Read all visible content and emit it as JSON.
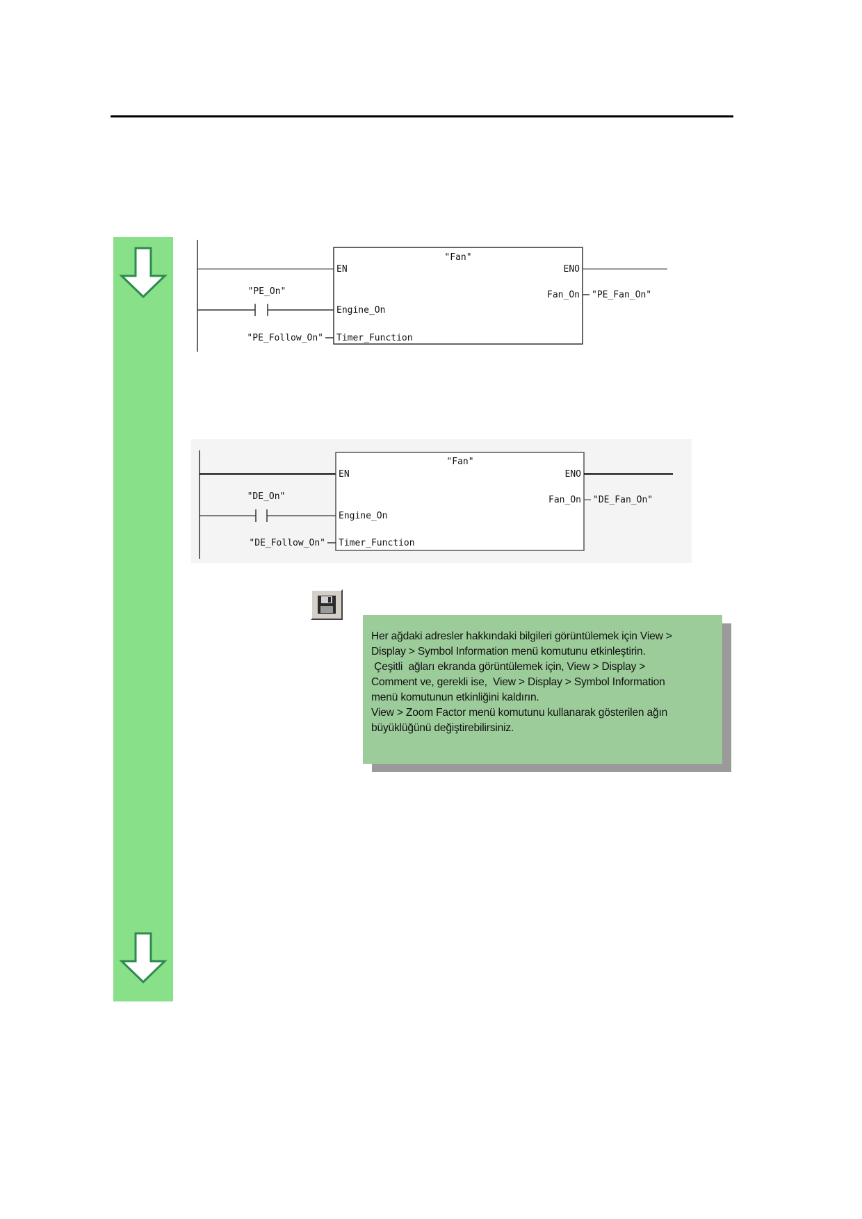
{
  "networks": [
    {
      "block_name": "\"Fan\"",
      "en_label": "EN",
      "eno_label": "ENO",
      "contact_tag": "\"PE_On\"",
      "input1_label": "Engine_On",
      "input2_tag": "\"PE_Follow_On\"",
      "input2_label": "Timer_Function",
      "output_label": "Fan_On",
      "output_tag": "\"PE_Fan_On\""
    },
    {
      "block_name": "\"Fan\"",
      "en_label": "EN",
      "eno_label": "ENO",
      "contact_tag": "\"DE_On\"",
      "input1_label": "Engine_On",
      "input2_tag": "\"DE_Follow_On\"",
      "input2_label": "Timer_Function",
      "output_label": "Fan_On",
      "output_tag": "\"DE_Fan_On\""
    }
  ],
  "toolbar": {
    "save_icon": "save-floppy-icon"
  },
  "note": {
    "lines": [
      "Her ağdaki adresler hakkındaki bilgileri görüntülemek için View >",
      "Display > Symbol Information menü komutunu etkinleştirin.",
      " Çeşitli  ağları ekranda görüntülemek için, View > Display >",
      "Comment ve, gerekli ise,  View > Display > Symbol Information",
      "menü komutunun etkinliğini kaldırın.",
      "View > Zoom Factor menü komutunu kullanarak gösterilen ağın",
      "büyüklüğünü değiştirebilirsiniz."
    ]
  },
  "colors": {
    "sidebar": "#88e088",
    "note_bg": "#9ccc9a",
    "note_shadow": "#9a9a9a"
  }
}
